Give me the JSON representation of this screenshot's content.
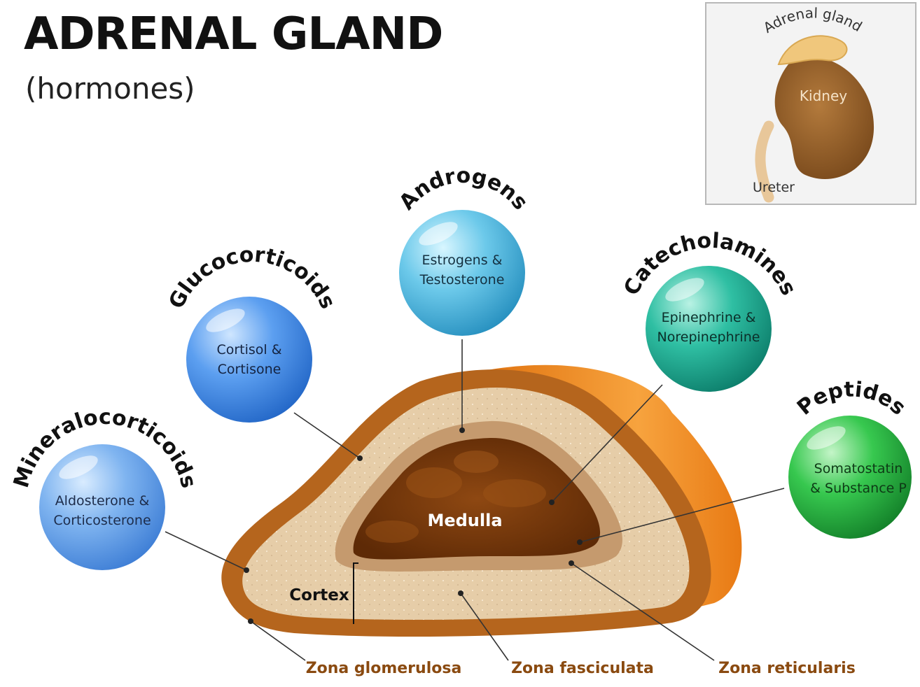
{
  "header": {
    "title": "ADRENAL GLAND",
    "subtitle": "(hormones)"
  },
  "inset": {
    "adrenal_label": "Adrenal gland",
    "kidney_label": "Kidney",
    "ureter_label": "Ureter"
  },
  "hormones": {
    "mineralocorticoids": {
      "title": "Mineralocorticoids",
      "line1": "Aldosterone &",
      "line2": "Corticosterone",
      "color": "#5d9be8"
    },
    "glucocorticoids": {
      "title": "Glucocorticoids",
      "line1": "Cortisol &",
      "line2": "Cortisone",
      "color": "#3b86e0"
    },
    "androgens": {
      "title": "Androgens",
      "line1": "Estrogens &",
      "line2": "Testosterone",
      "color": "#42b5dc"
    },
    "catecholamines": {
      "title": "Catecholamines",
      "line1": "Epinephrine &",
      "line2": "Norepinephrine",
      "color": "#17a88f"
    },
    "peptides": {
      "title": "Peptides",
      "line1": "Somatostatin",
      "line2": "& Substance P",
      "color": "#1fae3e"
    }
  },
  "gland": {
    "medulla_label": "Medulla",
    "cortex_label": "Cortex",
    "zones": {
      "glomerulosa": "Zona glomerulosa",
      "fasciculata": "Zona fasciculata",
      "reticularis": "Zona reticularis"
    },
    "colors": {
      "outer": "#b5651d",
      "cortex": "#e6cda8",
      "reticularis": "#c59a6e",
      "medulla": "#7a3a0a",
      "side": "#f08a1c",
      "label": "#8a4a10"
    }
  }
}
